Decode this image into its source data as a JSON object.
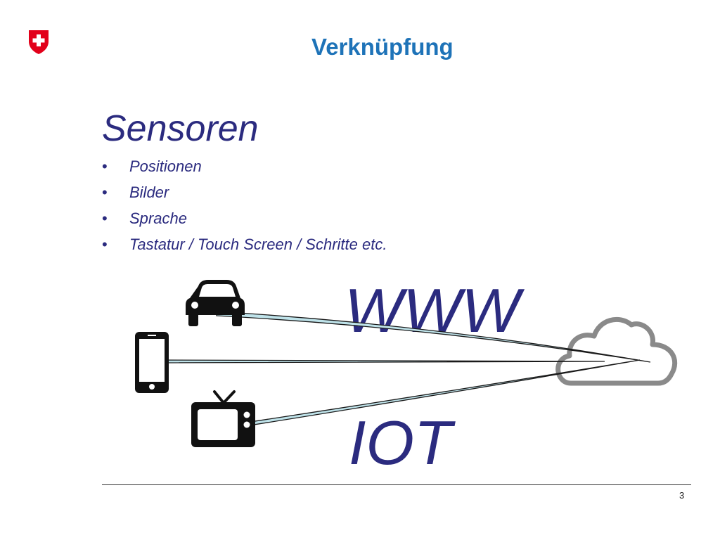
{
  "slide": {
    "title": "Verknüpfung",
    "heading": "Sensoren",
    "bullets": [
      "Positionen",
      "Bilder",
      "Sprache",
      "Tastatur / Touch Screen / Schritte etc."
    ],
    "bullet_marker": "•",
    "label_top": "WWW",
    "label_bottom": "IOT",
    "page_number": "3"
  },
  "icons": [
    "swiss-coat-of-arms-icon",
    "car-icon",
    "smartphone-icon",
    "tv-icon",
    "cloud-icon"
  ],
  "colors": {
    "title": "#1e73b8",
    "text": "#2b2b7f",
    "logo_red": "#e2001a",
    "link_fill": "#bfe3ea",
    "cloud": "#8a8a8a"
  }
}
